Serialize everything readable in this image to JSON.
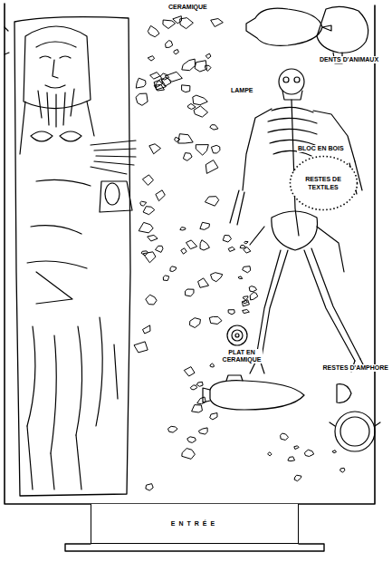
{
  "diagram": {
    "nodes": [
      {
        "text": [
          "RESTES DE TEXTILES"
        ]
      },
      {
        "text": [
          "ENTRÉE"
        ]
      }
    ],
    "labels": [
      "CERAMIQUE",
      "DENTS D'ANIMAUX",
      "LAMPE",
      "BLOC EN BOIS",
      "PLAT EN CERAMIQUE",
      "RESTES D'AMPHORE"
    ]
  }
}
